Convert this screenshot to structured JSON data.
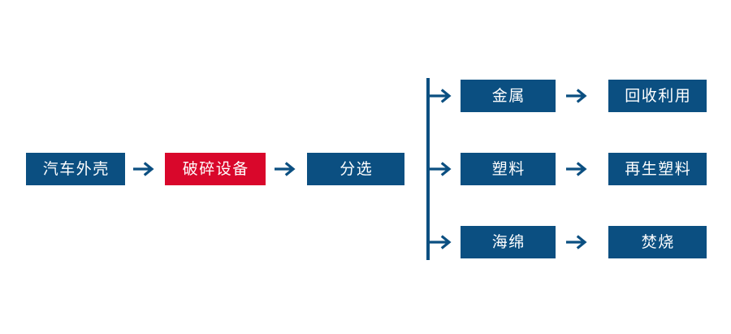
{
  "diagram": {
    "type": "process-flowchart",
    "orientation": "left-to-right",
    "background_color": "#ffffff",
    "palette": {
      "node_blue": "#0b4f81",
      "node_red": "#d9072b",
      "node_text": "#ffffff",
      "arrow": "#0b4f81",
      "bus_line": "#0b4f81"
    },
    "main_chain": [
      {
        "id": "node-car-shell",
        "label": "汽车外壳",
        "color": "blue"
      },
      {
        "id": "node-crusher",
        "label": "破碎设备",
        "color": "red"
      },
      {
        "id": "node-sorting",
        "label": "分选",
        "color": "blue"
      }
    ],
    "branches": [
      {
        "id": "branch-metal",
        "material": {
          "id": "node-metal",
          "label": "金属",
          "color": "blue"
        },
        "outcome": {
          "id": "node-recycle",
          "label": "回收利用",
          "color": "blue"
        }
      },
      {
        "id": "branch-plastic",
        "material": {
          "id": "node-plastic",
          "label": "塑料",
          "color": "blue"
        },
        "outcome": {
          "id": "node-repplastic",
          "label": "再生塑料",
          "color": "blue"
        }
      },
      {
        "id": "branch-sponge",
        "material": {
          "id": "node-sponge",
          "label": "海绵",
          "color": "blue"
        },
        "outcome": {
          "id": "node-incineration",
          "label": "焚烧",
          "color": "blue"
        }
      }
    ],
    "connectors": {
      "arrow_icon": "arrow-right-icon",
      "bus_icon": "vertical-split-bus-icon"
    }
  }
}
